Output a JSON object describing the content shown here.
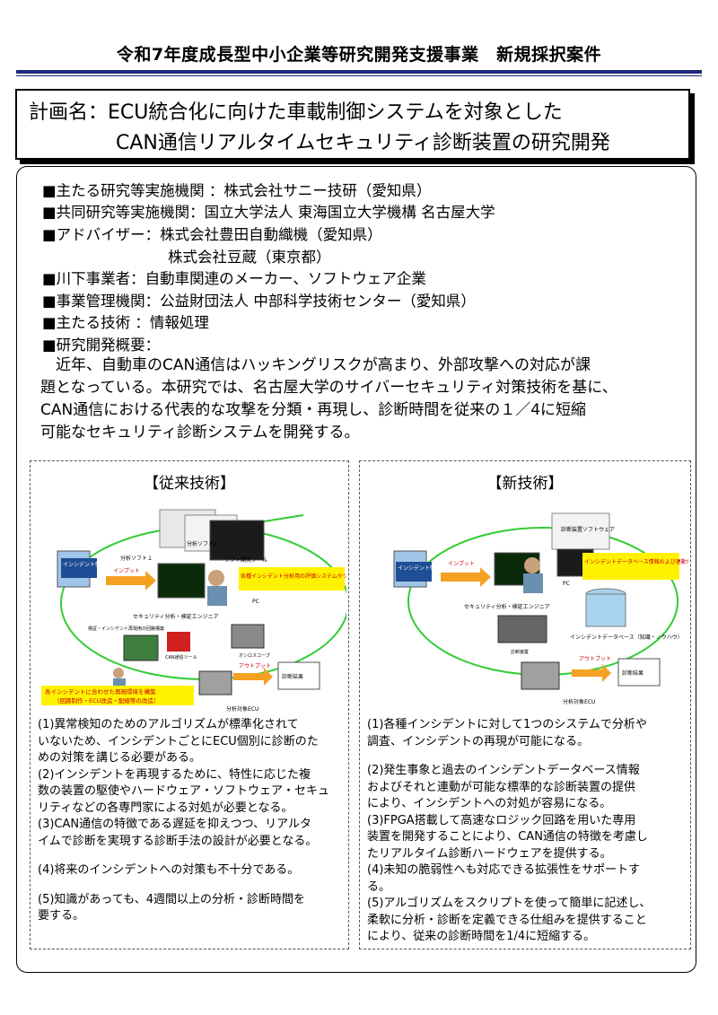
{
  "header": {
    "title": "令和7年度成長型中小企業等研究開発支援事業　新規採択案件"
  },
  "plan": {
    "line1": "計画名：ECU統合化に向けた車載制御システムを対象とした",
    "line2": "CAN通信リアルタイムセキュリティ診断装置の研究開発"
  },
  "info": {
    "lead_org": "■主たる研究等実施機関 ：株式会社サニー技研（愛知県）",
    "joint_org": "■共同研究等実施機関：国立大学法人 東海国立大学機構 名古屋大学",
    "advisor1": "■アドバイザー：株式会社豊田自動織機（愛知県）",
    "advisor2": "株式会社豆蔵（東京都）",
    "downstream": "■川下事業者：自動車関連のメーカー、ソフトウェア企業",
    "management": "■事業管理機関：公益財団法人 中部科学技術センター（愛知県）",
    "technology": "■主たる技術 ：情報処理",
    "overview_label": "■研究開発概要：",
    "overview_lines": [
      "　近年、自動車のCAN通信はハッキングリスクが高まり、外部攻撃への対応が課",
      "題となっている。本研究では、名古屋大学のサイバーセキュリティ対策技術を基に、",
      "CAN通信における代表的な攻撃を分類・再現し、診断時間を従来の１／4に短縮",
      "可能なセキュリティ診断システムを開発する。"
    ]
  },
  "conventional": {
    "title": "【従来技術】",
    "fig": {
      "soft1": "分析ソフト１",
      "soft2": "分析ソフト2",
      "tool": "ソフト開発ツール",
      "incident": "インシデント情報",
      "input": "インプット",
      "pc": "PC",
      "callout": "各種インシデント分析用の評価システムやツール準備",
      "engineer": "セキュリティ分析・検証エンジニア",
      "reproduce": "検証・インシデント再現用の回路構築",
      "can_tool": "CAN通信ツール",
      "scope": "オシロスコープ",
      "output": "アウトプット",
      "result": "診断結果",
      "ecu": "分析対象ECU",
      "bottom_callout1": "各インシデントに合わせた再現環境を構築",
      "bottom_callout2": "（回路制作・ECU改造・配線等の改造）"
    },
    "notes": [
      "(1)異常検知のためのアルゴリズムが標準化されて\nいないため、インシデントごとにECU個別に診断のた\nめの対策を講じる必要がある。",
      "(2)インシデントを再現するために、特性に応じた複\n数の装置の駆使やハードウェア・ソフトウェア・セキュ\nリティなどの各専門家による対処が必要となる。",
      "(3)CAN通信の特徴である遅延を抑えつつ、リアルタ\nイムで診断を実現する診断手法の設計が必要となる。",
      "(4)将来のインシデントへの対策も不十分である。",
      "(5)知識があっても、4週間以上の分析・診断時間を\n要する。"
    ]
  },
  "new": {
    "title": "【新技術】",
    "fig": {
      "software": "診断装置ソフトウェア",
      "incident": "インシデント情報",
      "input": "インプット",
      "pc": "PC",
      "callout": "インシデントデータベース情報および連動が可能な診断装置の提供によりシステム一元化",
      "engineer": "セキュリティ分析・検証エンジニア",
      "device": "診断装置",
      "db": "インシデントデータベース（知識・ノウハウ）",
      "output": "アウトプット",
      "result": "診断結果",
      "ecu": "分析対象ECU"
    },
    "notes": [
      "(1)各種インシデントに対して1つのシステムで分析や\n調査、インシデントの再現が可能になる。",
      "(2)発生事象と過去のインシデントデータベース情報\nおよびそれと連動が可能な標準的な診断装置の提供\nにより、インシデントへの対処が容易になる。",
      "(3)FPGA搭載して高速なロジック回路を用いた専用\n装置を開発することにより、CAN通信の特徴を考慮し\nたリアルタイム診断ハードウェアを提供する。",
      "(4)未知の脆弱性へも対応できる拡張性をサポートす\nる。",
      "(5)アルゴリズムをスクリプトを使って簡単に記述し、\n柔軟に分析・診断を定義できる仕組みを提供すること\nにより、従来の診断時間を1/4に短縮する。"
    ]
  }
}
